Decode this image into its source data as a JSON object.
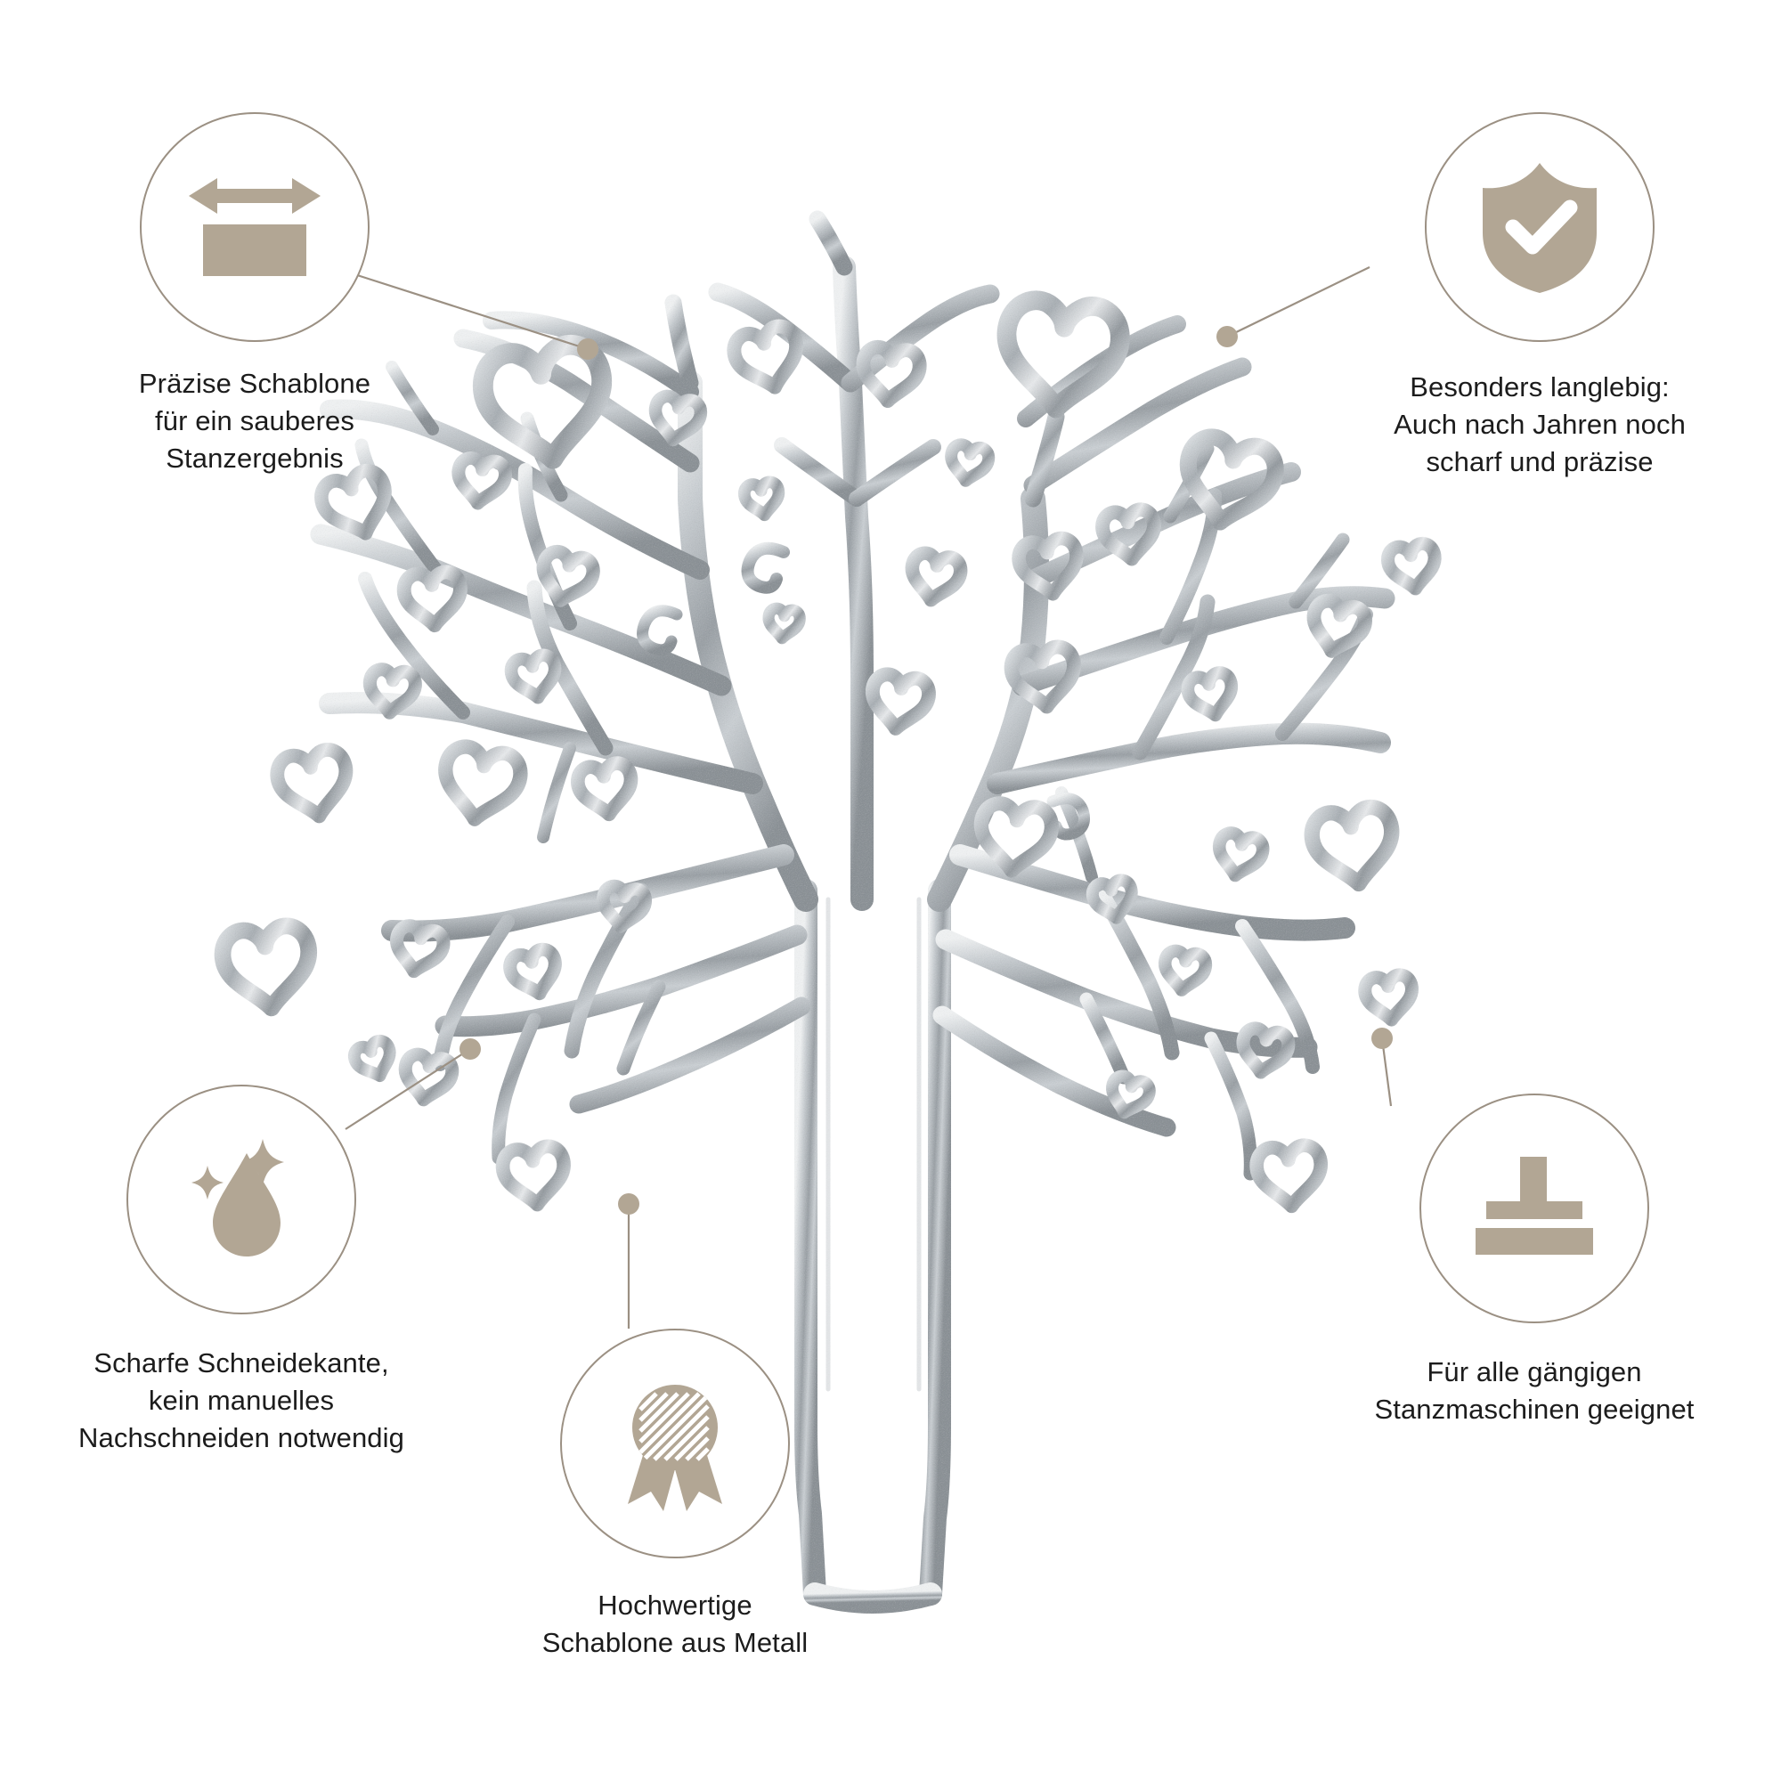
{
  "colors": {
    "accent": "#b2a694",
    "circle_stroke": "#9b9083",
    "connector_line": "#9b9083",
    "marker_dot": "#b2a694",
    "text": "#1c1c1c",
    "background": "#ffffff",
    "product_silver_light": "#e9ebec",
    "product_silver_mid": "#b9bec2",
    "product_silver_dark": "#8c9297"
  },
  "product": {
    "name": "tree-of-hearts-cutting-die",
    "description": "Silver metal cutting die shaped as a tree with heart-shaped leaves",
    "material": "Metall"
  },
  "features": [
    {
      "id": "precision",
      "icon": "width-measure-icon",
      "caption": "Präzise Schablone\nfür ein sauberes\nStanzergebnis"
    },
    {
      "id": "durable",
      "icon": "shield-check-icon",
      "caption": "Besonders langlebig:\nAuch nach Jahren noch\nscharf und präzise"
    },
    {
      "id": "sharp",
      "icon": "droplet-sparkle-icon",
      "caption": "Scharfe Schneidekante,\nkein manuelles\nNachschneiden notwendig"
    },
    {
      "id": "metal",
      "icon": "award-medal-icon",
      "caption": "Hochwertige\nSchablone aus Metall"
    },
    {
      "id": "machines",
      "icon": "press-stamp-icon",
      "caption": "Für alle gängigen\nStanzmaschinen geeignet"
    }
  ]
}
